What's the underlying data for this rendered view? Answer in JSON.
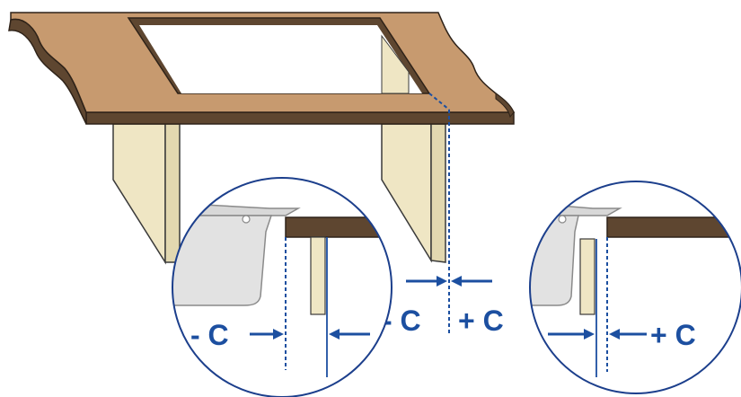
{
  "labels": {
    "minus_c_left": "- C",
    "minus_c_center": "- C",
    "plus_c_center": "+ C",
    "plus_c_right": "+ C"
  },
  "colors": {
    "countertop_top": "#c79a6f",
    "countertop_edge": "#5e4630",
    "cabinet_panel": "#efe6c4",
    "panel_outline": "#3a3a3a",
    "sink_fill": "#e2e2e2",
    "sink_outline": "#8a8a8a",
    "circle_stroke": "#1c3f8c",
    "dimension_blue": "#1c4fa0"
  }
}
